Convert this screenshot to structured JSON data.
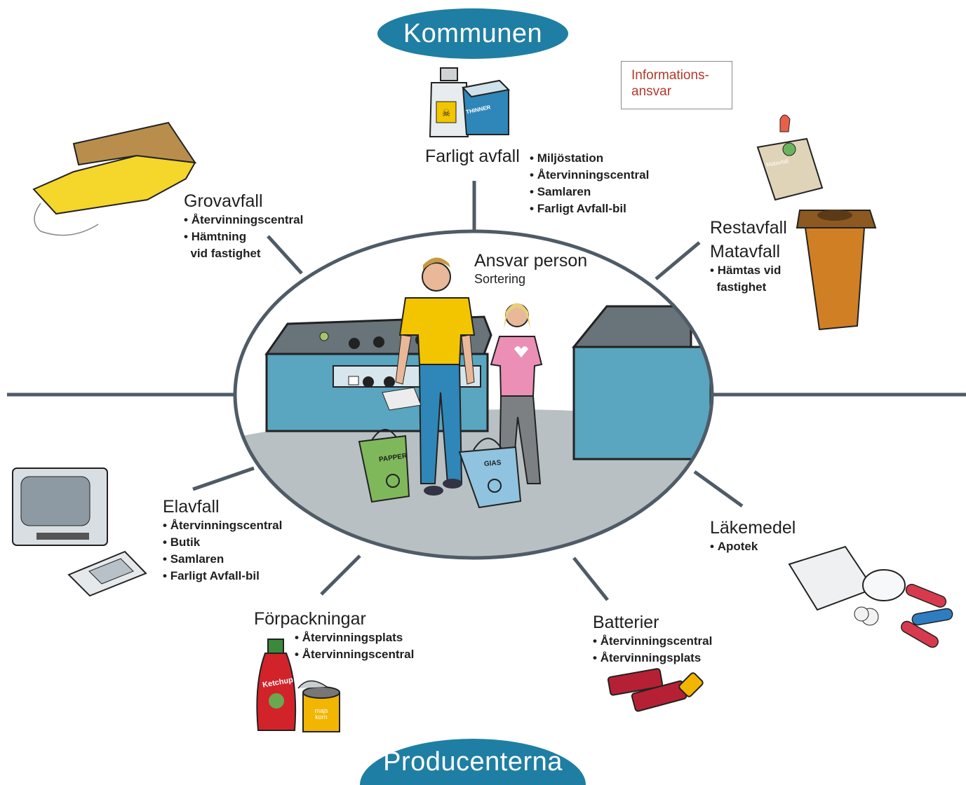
{
  "header": {
    "kommunen": "Kommunen",
    "producenterna": "Producenterna"
  },
  "info_box": {
    "line1": "Informations-",
    "line2": "ansvar"
  },
  "center": {
    "title": "Ansvar person",
    "subtitle": "Sortering",
    "bag_paper": "PAPPER",
    "bag_glass": "GlAS"
  },
  "categories": {
    "farligt": {
      "title": "Farligt avfall",
      "items": [
        "Miljöstation",
        "Återvinningscentral",
        "Samlaren",
        "Farligt Avfall-bil"
      ],
      "can_label": "THINNER"
    },
    "grov": {
      "title": "Grovavfall",
      "items": [
        "Återvinningscentral",
        "Hämtning"
      ],
      "item_cont": "vid fastighet"
    },
    "rest": {
      "title1": "Restavfall",
      "title2": "Matavfall",
      "items": [
        "Hämtas vid"
      ],
      "item_cont": "fastighet",
      "bag_label": "Matavfall"
    },
    "el": {
      "title": "Elavfall",
      "items": [
        "Återvinningscentral",
        "Butik",
        "Samlaren",
        "Farligt Avfall-bil"
      ]
    },
    "lake": {
      "title": "Läkemedel",
      "items": [
        "Apotek"
      ]
    },
    "forp": {
      "title": "Förpackningar",
      "items": [
        "Återvinningsplats",
        "Återvinningscentral"
      ],
      "ketchup_label": "Ketchup",
      "can_label": "majs korn"
    },
    "batt": {
      "title": "Batterier",
      "items": [
        "Återvinningscentral",
        "Återvinningsplats"
      ]
    }
  },
  "colors": {
    "pill": "#1f7ea3",
    "line": "#4f5b66",
    "ground": "#b9c0c3",
    "bin_blue": "#5aa5bf",
    "bin_gray": "#68737a",
    "info_text": "#b23a2a"
  }
}
